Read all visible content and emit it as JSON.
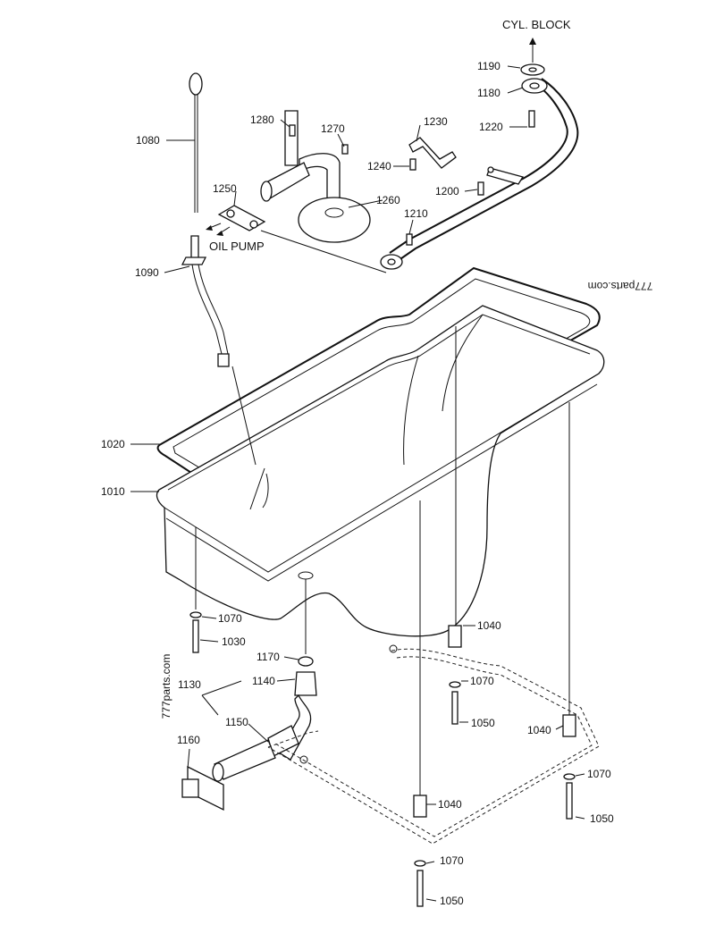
{
  "labels": {
    "cyl_block": "CYL. BLOCK",
    "oil_pump": "OIL PUMP"
  },
  "watermarks": {
    "top_right": "777parts.com",
    "left": "777parts.com"
  },
  "parts": {
    "p1190": "1190",
    "p1180": "1180",
    "p1220": "1220",
    "p1230": "1230",
    "p1280": "1280",
    "p1270": "1270",
    "p1080": "1080",
    "p1240": "1240",
    "p1200": "1200",
    "p1250": "1250",
    "p1260": "1260",
    "p1210": "1210",
    "p1090": "1090",
    "p1020": "1020",
    "p1010": "1010",
    "p1070a": "1070",
    "p1030": "1030",
    "p1040a": "1040",
    "p1170": "1170",
    "p1140": "1140",
    "p1130": "1130",
    "p1070b": "1070",
    "p1150": "1150",
    "p1050a": "1050",
    "p1160": "1160",
    "p1040b": "1040",
    "p1070c": "1070",
    "p1050b": "1050",
    "p1040c": "1040",
    "p1070d": "1070",
    "p1050c": "1050"
  }
}
